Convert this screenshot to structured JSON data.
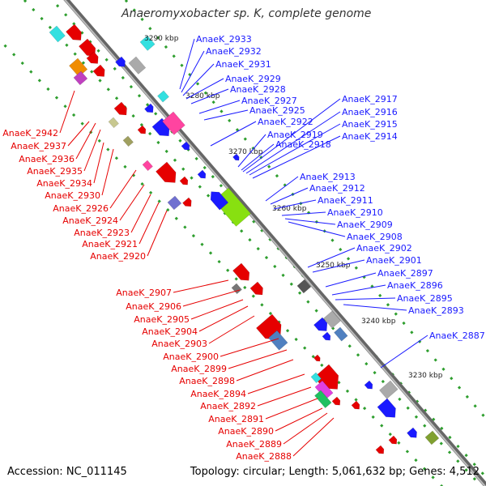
{
  "title": "Anaeromyxobacter sp. K, complete genome",
  "footer": {
    "accession": "Accession: NC_011145",
    "summary": "Topology: circular; Length: 5,061,632 bp; Genes: 4,512"
  },
  "colors": {
    "forward": "#1a1aff",
    "reverse": "#e60000",
    "backbone": "#888888"
  },
  "kbp_ticks": [
    "3290 kbp",
    "3280 kbp",
    "3270 kbp",
    "3260 kbp",
    "3250 kbp",
    "3240 kbp",
    "3230 kbp"
  ],
  "labels_right": [
    "AnaeK_2933",
    "AnaeK_2932",
    "AnaeK_2931",
    "AnaeK_2929",
    "AnaeK_2928",
    "AnaeK_2927",
    "AnaeK_2925",
    "AnaeK_2922",
    "AnaeK_2919",
    "AnaeK_2918",
    "AnaeK_2917",
    "AnaeK_2916",
    "AnaeK_2915",
    "AnaeK_2914",
    "AnaeK_2913",
    "AnaeK_2912",
    "AnaeK_2911",
    "AnaeK_2910",
    "AnaeK_2909",
    "AnaeK_2908",
    "AnaeK_2902",
    "AnaeK_2901",
    "AnaeK_2897",
    "AnaeK_2896",
    "AnaeK_2895",
    "AnaeK_2893",
    "AnaeK_2887"
  ],
  "labels_left": [
    "AnaeK_2942",
    "AnaeK_2937",
    "AnaeK_2936",
    "AnaeK_2935",
    "AnaeK_2934",
    "AnaeK_2930",
    "AnaeK_2926",
    "AnaeK_2924",
    "AnaeK_2923",
    "AnaeK_2921",
    "AnaeK_2920",
    "AnaeK_2907",
    "AnaeK_2906",
    "AnaeK_2905",
    "AnaeK_2904",
    "AnaeK_2903",
    "AnaeK_2900",
    "AnaeK_2899",
    "AnaeK_2898",
    "AnaeK_2894",
    "AnaeK_2892",
    "AnaeK_2891",
    "AnaeK_2890",
    "AnaeK_2889",
    "AnaeK_2888"
  ]
}
